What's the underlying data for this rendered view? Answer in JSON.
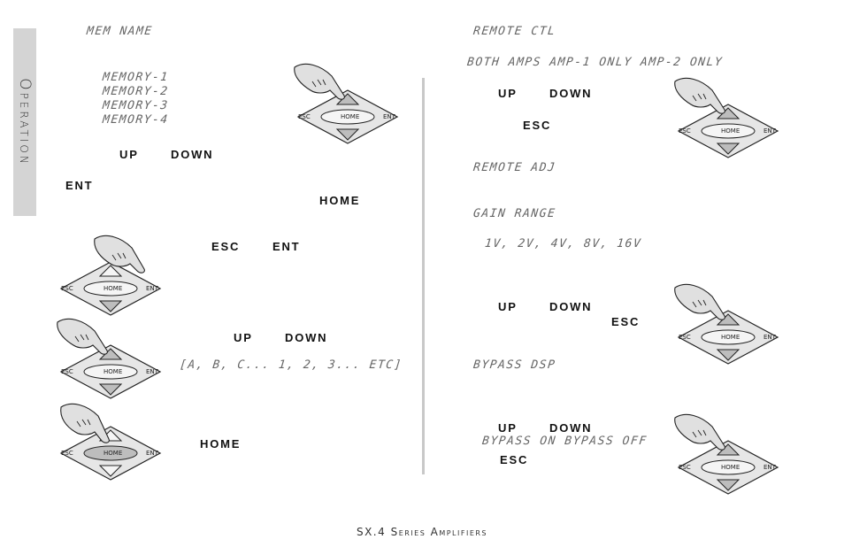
{
  "side_tab": "Operation",
  "footer": "SX.4 Series Amplifiers",
  "keypad": {
    "esc": "ESC",
    "home": "HOME",
    "ent": "ENT"
  },
  "left": {
    "mem_name": "MEM NAME",
    "memories": [
      "MEMORY-1",
      "MEMORY-2",
      "MEMORY-3",
      "MEMORY-4"
    ],
    "key_up_1": "UP",
    "key_down_1": "DOWN",
    "key_ent_1": "ENT",
    "key_home_1": "HOME",
    "key_esc_2": "ESC",
    "key_ent_2": "ENT",
    "key_up_3": "UP",
    "key_down_3": "DOWN",
    "char_set": "[A, B, C... 1, 2, 3... ETC]",
    "key_home_4": "HOME"
  },
  "right": {
    "remote_ctl": "REMOTE CTL",
    "amp_options": "BOTH AMPS AMP-1 ONLY    AMP-2 ONLY",
    "key_up_1": "UP",
    "key_down_1": "DOWN",
    "key_esc_1": "ESC",
    "remote_adj": "REMOTE ADJ",
    "gain_range": "GAIN RANGE",
    "gain_values": "1V, 2V, 4V, 8V, 16V",
    "key_up_2": "UP",
    "key_down_2": "DOWN",
    "key_esc_2": "ESC",
    "bypass_dsp": "BYPASS DSP",
    "key_up_3": "UP",
    "key_down_3": "DOWN",
    "bypass_options": "BYPASS ON  BYPASS OFF",
    "key_esc_3": "ESC"
  }
}
